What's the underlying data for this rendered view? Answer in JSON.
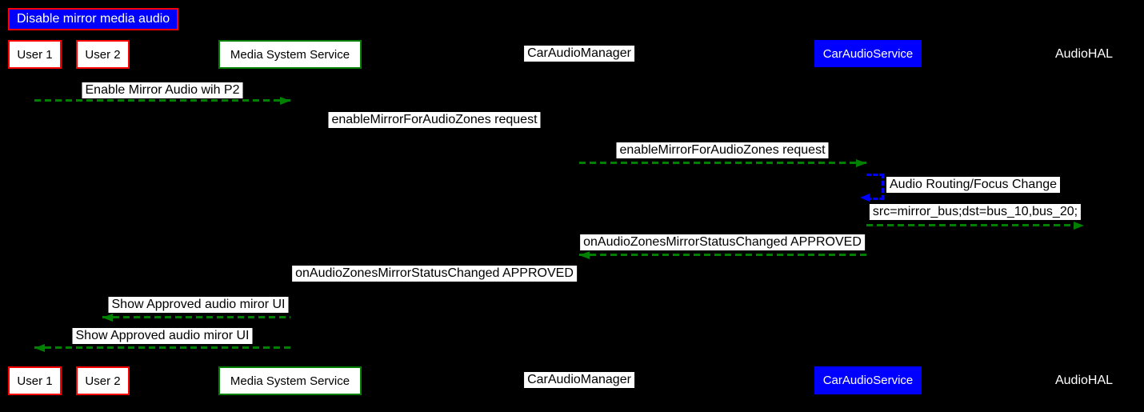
{
  "diagram": {
    "title": "Disable mirror media audio",
    "participants": [
      {
        "id": "user1",
        "label": "User 1",
        "box_style": "white-fill-red-border"
      },
      {
        "id": "user2",
        "label": "User 2",
        "box_style": "white-fill-red-border"
      },
      {
        "id": "media-system-service",
        "label": "Media System Service",
        "box_style": "white-fill-green-border"
      },
      {
        "id": "car-audio-manager",
        "label": "CarAudioManager",
        "box_style": "white-label"
      },
      {
        "id": "car-audio-service",
        "label": "CarAudioService",
        "box_style": "blue-fill-white-text"
      },
      {
        "id": "audio-hal",
        "label": "AudioHAL",
        "box_style": "plain-white-text"
      }
    ],
    "messages": [
      {
        "label": "Enable Mirror Audio wih P2",
        "from": "User 1",
        "to": "Media System Service",
        "direction": "right",
        "arrow_color": "#008000",
        "line_style": "dashed"
      },
      {
        "label": "enableMirrorForAudioZones request",
        "from": "Media System Service",
        "to": "CarAudioManager",
        "direction": "right",
        "arrow_color": "#000000",
        "line_style": "dashed"
      },
      {
        "label": "enableMirrorForAudioZones request",
        "from": "CarAudioManager",
        "to": "CarAudioService",
        "direction": "right",
        "arrow_color": "#008000",
        "line_style": "dashed"
      },
      {
        "label": "Audio Routing/Focus Change",
        "from": "CarAudioService",
        "to": "CarAudioService",
        "direction": "self",
        "arrow_color": "#0000ff",
        "line_style": "dashed"
      },
      {
        "label": "src=mirror_bus;dst=bus_10,bus_20;",
        "from": "CarAudioService",
        "to": "AudioHAL",
        "direction": "right",
        "arrow_color": "#008000",
        "line_style": "dashed"
      },
      {
        "label": "onAudioZonesMirrorStatusChanged APPROVED",
        "from": "CarAudioService",
        "to": "CarAudioManager",
        "direction": "left",
        "arrow_color": "#008000",
        "line_style": "dashed"
      },
      {
        "label": "onAudioZonesMirrorStatusChanged APPROVED",
        "from": "CarAudioManager",
        "to": "Media System Service",
        "direction": "left",
        "arrow_color": "#000000",
        "line_style": "dashed"
      },
      {
        "label": "Show Approved audio miror UI",
        "from": "Media System Service",
        "to": "User 2",
        "direction": "left",
        "arrow_color": "#008000",
        "line_style": "dashed"
      },
      {
        "label": "Show Approved audio miror UI",
        "from": "Media System Service",
        "to": "User 1",
        "direction": "left",
        "arrow_color": "#008000",
        "line_style": "dashed"
      }
    ],
    "colors": {
      "background": "#000000",
      "title_fill": "#0000ff",
      "title_border": "#ff0000",
      "actor_border_red": "#ff0000",
      "actor_border_green": "#008000",
      "service_box_blue": "#0000ff",
      "arrow_green": "#008000",
      "arrow_blue": "#0000ff",
      "label_background": "#ffffff"
    }
  }
}
